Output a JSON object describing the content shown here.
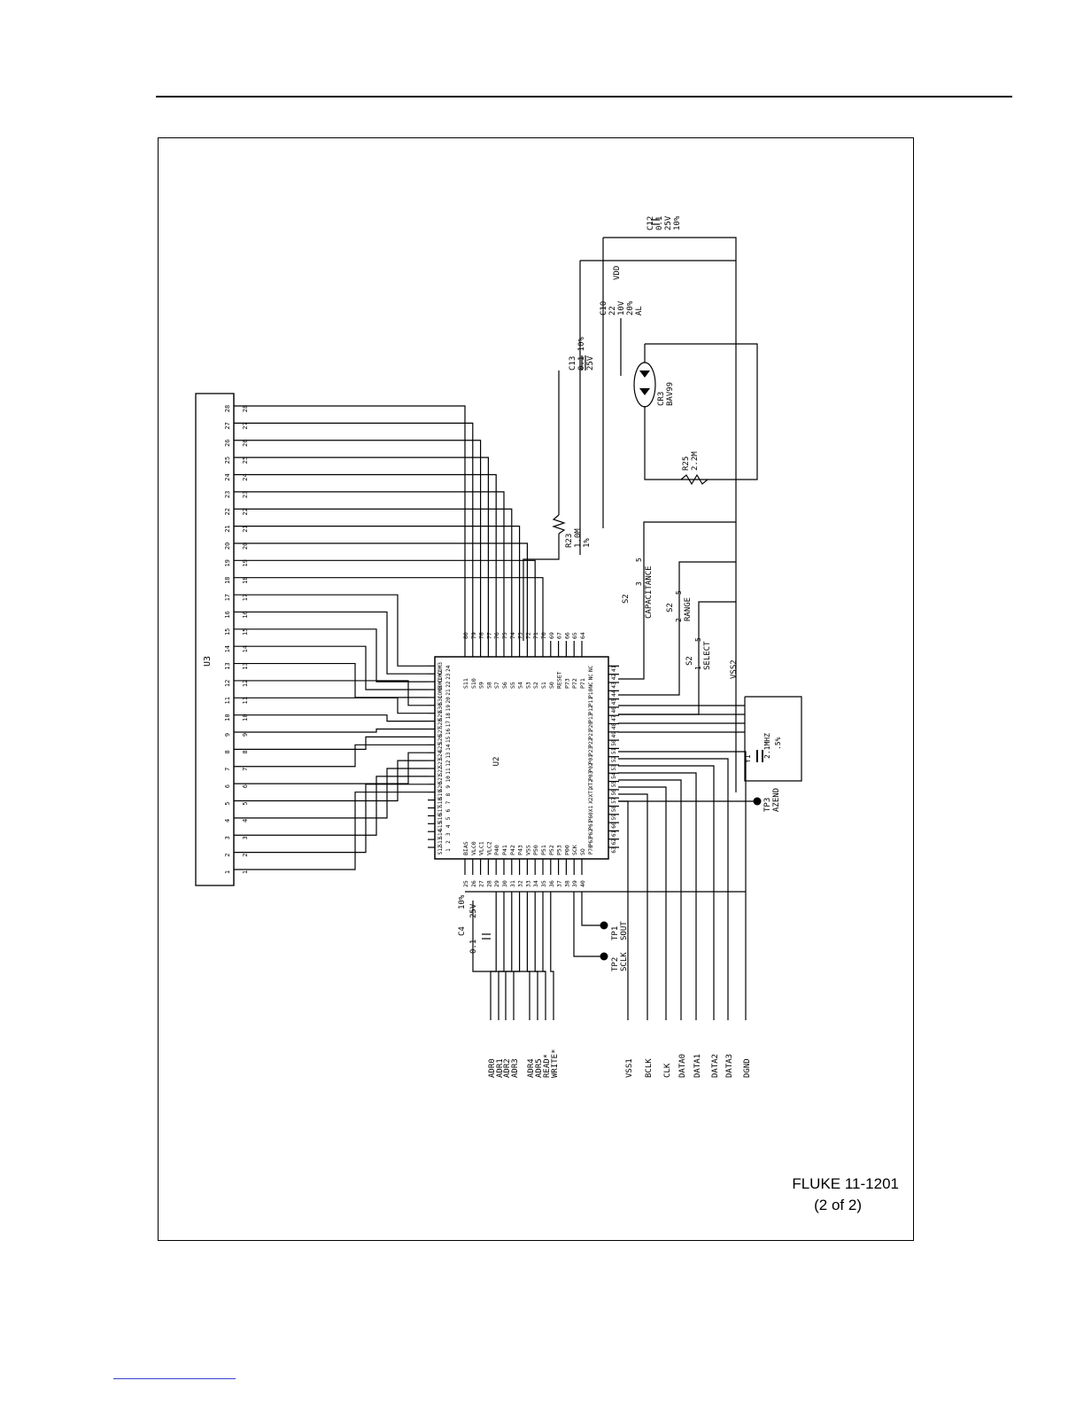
{
  "document": {
    "caption_line1": "FLUKE 11-1201",
    "caption_line2": "(2 of 2)"
  },
  "schematic": {
    "u2": {
      "name": "U2",
      "bottom_pins": [
        {
          "num": "25",
          "name": "BIAS"
        },
        {
          "num": "26",
          "name": "VLC0"
        },
        {
          "num": "27",
          "name": "VLC1"
        },
        {
          "num": "28",
          "name": "VLC2"
        },
        {
          "num": "29",
          "name": "P40"
        },
        {
          "num": "30",
          "name": "P41"
        },
        {
          "num": "31",
          "name": "P42"
        },
        {
          "num": "32",
          "name": "P43"
        },
        {
          "num": "33",
          "name": "VSS"
        },
        {
          "num": "34",
          "name": "P50"
        },
        {
          "num": "35",
          "name": "P51"
        },
        {
          "num": "36",
          "name": "P52"
        },
        {
          "num": "37",
          "name": "P53"
        },
        {
          "num": "38",
          "name": "P00"
        },
        {
          "num": "39",
          "name": "SCK"
        },
        {
          "num": "40",
          "name": "SO"
        }
      ],
      "top_pins": [
        {
          "num": "80",
          "name": "S11"
        },
        {
          "num": "79",
          "name": "S10"
        },
        {
          "num": "78",
          "name": "S9"
        },
        {
          "num": "77",
          "name": "S8"
        },
        {
          "num": "76",
          "name": "S7"
        },
        {
          "num": "75",
          "name": "S6"
        },
        {
          "num": "74",
          "name": "S5"
        },
        {
          "num": "73",
          "name": "S4"
        },
        {
          "num": "72",
          "name": "S3"
        },
        {
          "num": "71",
          "name": "S2"
        },
        {
          "num": "70",
          "name": "S1"
        },
        {
          "num": "69",
          "name": "S0"
        },
        {
          "num": "67",
          "name": "RESET"
        },
        {
          "num": "66",
          "name": "P73"
        },
        {
          "num": "65",
          "name": "P72"
        },
        {
          "num": "64",
          "name": "P71"
        }
      ],
      "left_pins": [
        {
          "num": "1",
          "name": "S12"
        },
        {
          "num": "2",
          "name": "S13"
        },
        {
          "num": "3",
          "name": "S14"
        },
        {
          "num": "4",
          "name": "S15"
        },
        {
          "num": "5",
          "name": "S16"
        },
        {
          "num": "6",
          "name": "S17"
        },
        {
          "num": "7",
          "name": "S18"
        },
        {
          "num": "8",
          "name": "S19"
        },
        {
          "num": "9",
          "name": "S20"
        },
        {
          "num": "10",
          "name": "S21"
        },
        {
          "num": "11",
          "name": "S22"
        },
        {
          "num": "12",
          "name": "S23"
        },
        {
          "num": "13",
          "name": "S24"
        },
        {
          "num": "14",
          "name": "S25"
        },
        {
          "num": "15",
          "name": "S26"
        },
        {
          "num": "16",
          "name": "S27"
        },
        {
          "num": "17",
          "name": "S28"
        },
        {
          "num": "18",
          "name": "S29"
        },
        {
          "num": "19",
          "name": "S30"
        },
        {
          "num": "20",
          "name": "S31"
        },
        {
          "num": "21",
          "name": "COM0"
        },
        {
          "num": "22",
          "name": "COM1"
        },
        {
          "num": "23",
          "name": "COM2"
        },
        {
          "num": "24",
          "name": "COM3"
        }
      ],
      "right_pins": [
        {
          "num": "63",
          "name": "P70"
        },
        {
          "num": "62",
          "name": "P63"
        },
        {
          "num": "61",
          "name": "P62"
        },
        {
          "num": "60",
          "name": "P61"
        },
        {
          "num": "59",
          "name": "P60"
        },
        {
          "num": "58",
          "name": "X1"
        },
        {
          "num": "57",
          "name": "X2"
        },
        {
          "num": "56",
          "name": "XT1"
        },
        {
          "num": "55",
          "name": "XT2"
        },
        {
          "num": "54",
          "name": "P03"
        },
        {
          "num": "53",
          "name": "P02"
        },
        {
          "num": "52",
          "name": "P01"
        },
        {
          "num": "51",
          "name": "P23"
        },
        {
          "num": "50",
          "name": "P22"
        },
        {
          "num": "49",
          "name": "P21"
        },
        {
          "num": "48",
          "name": "P20"
        },
        {
          "num": "47",
          "name": "P13"
        },
        {
          "num": "46",
          "name": "P12"
        },
        {
          "num": "45",
          "name": "P11"
        },
        {
          "num": "44",
          "name": "P10"
        },
        {
          "num": "43",
          "name": "NC"
        },
        {
          "num": "42",
          "name": "NC"
        },
        {
          "num": "41",
          "name": "NC"
        }
      ]
    },
    "u3": {
      "name": "U3",
      "outer_pins": [
        "1",
        "2",
        "3",
        "4",
        "5",
        "6",
        "7",
        "8",
        "9",
        "10",
        "11",
        "12",
        "13",
        "14",
        "15",
        "16",
        "17",
        "18",
        "19",
        "20",
        "21",
        "22",
        "23",
        "24",
        "25",
        "26",
        "27",
        "28"
      ],
      "inner_pins": [
        "1",
        "2",
        "3",
        "4",
        "5",
        "6",
        "7",
        "8",
        "9",
        "10",
        "11",
        "12",
        "13",
        "14",
        "15",
        "16",
        "17",
        "18",
        "19",
        "20",
        "21",
        "22",
        "23",
        "24",
        "25",
        "26",
        "27",
        "28"
      ]
    },
    "components": {
      "c12": [
        "C12",
        "0.1",
        "25V",
        "10%"
      ],
      "c10": [
        "C10",
        "22",
        "10V",
        "20%",
        "AL"
      ],
      "c10_net": "VDD",
      "c13": [
        "C13",
        "0.1  10%",
        "25V"
      ],
      "cr3": [
        "CR3",
        "BAV99"
      ],
      "r25": [
        "R25",
        "2.2M"
      ],
      "r23": [
        "R23",
        "1.0M",
        "1%"
      ],
      "s2_capacitance": [
        "S2",
        "3",
        "5",
        "CAPACITANCE"
      ],
      "s2_range": [
        "S2",
        "2",
        "5",
        "RANGE"
      ],
      "s2_select": [
        "S2",
        "1",
        "5",
        "SELECT"
      ],
      "vss2": "VSS2",
      "y1": [
        "Y1",
        "2.1MHZ",
        ".5%"
      ],
      "tp3": [
        "TP3",
        "AZEND"
      ],
      "tp1": [
        "TP1",
        "SOUT"
      ],
      "tp2": [
        "TP2",
        "SCLK"
      ],
      "c4": [
        "C4",
        "10%",
        "0.1",
        "25V"
      ]
    },
    "bottom_nets": [
      "ADR0",
      "ADR1",
      "ADR2",
      "ADR3",
      "ADR4",
      "ADR5",
      "READ*",
      "WRITE*",
      "VSS1",
      "BCLK",
      "CLK",
      "DATA0",
      "DATA1",
      "DATA2",
      "DATA3",
      "DGND"
    ]
  }
}
